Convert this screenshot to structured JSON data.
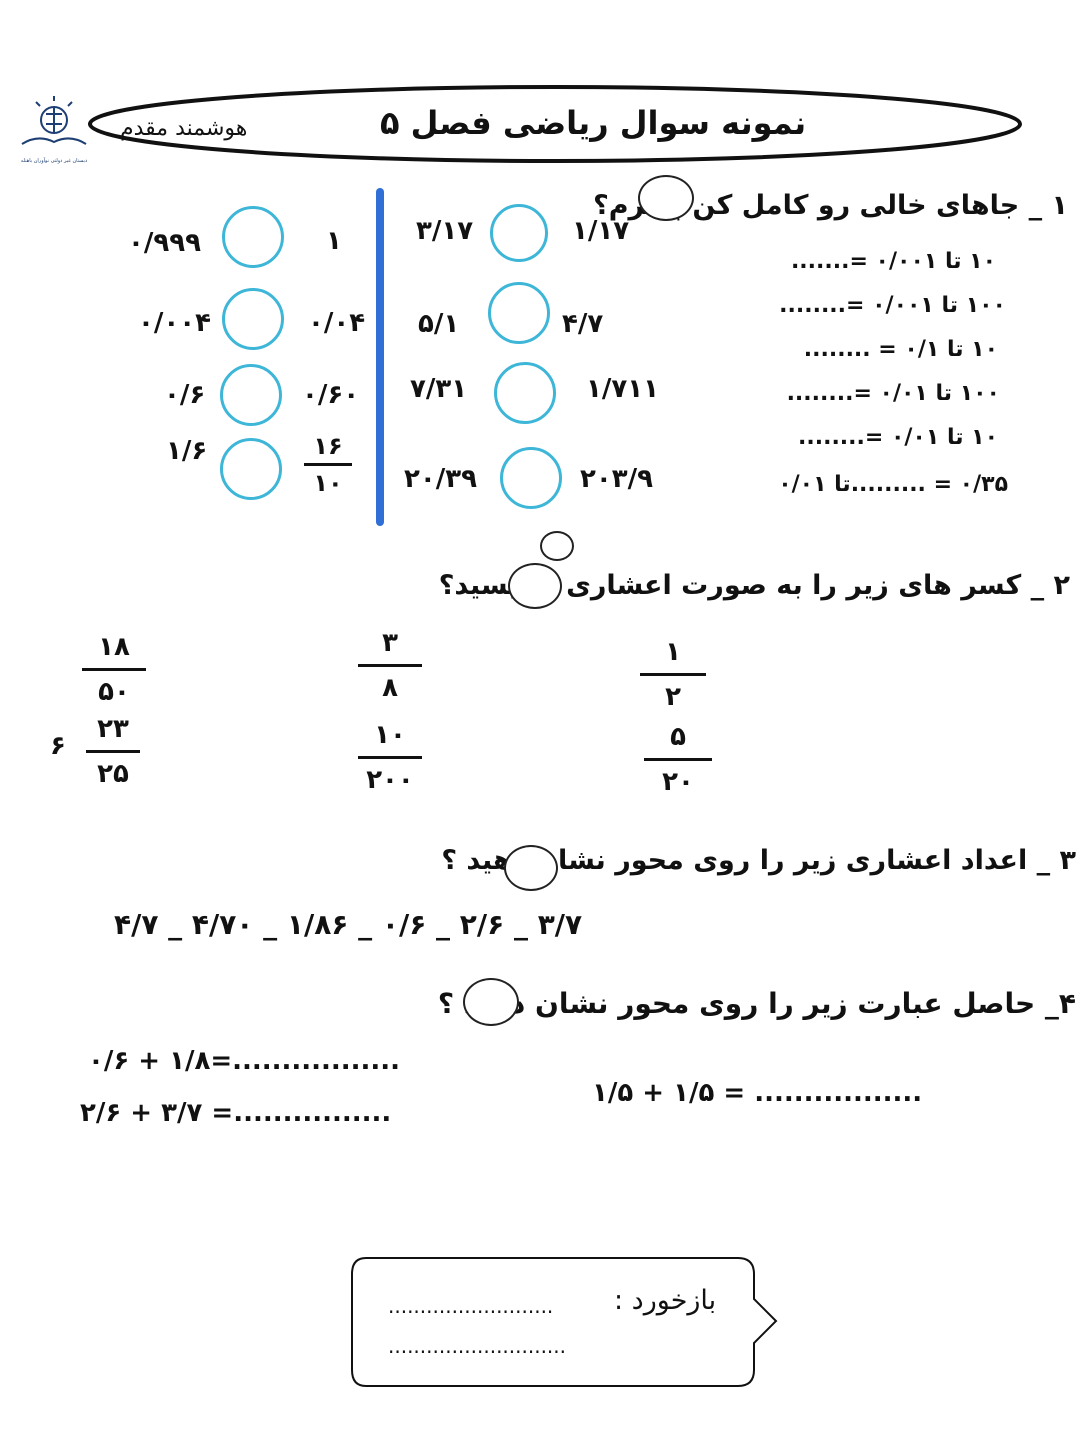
{
  "header": {
    "title": "نمونه سوال ریاضی فصل ۵",
    "author": "هوشمند مقدم",
    "logo_text": "دبستان غیر دولتی نوآوران باهنله"
  },
  "q1": {
    "title": "۱ _ جاهای خالی رو کامل کن پسرم؟",
    "fill_lines": [
      "۱۰ تا ۰/۰۰۱ =.......",
      "۱۰۰ تا ۰/۰۰۱ =........",
      "۱۰ تا ۰/۱ = ........",
      "۱۰۰ تا ۰/۰۱ =........",
      "۱۰ تا ۰/۰۱ =........",
      "۰/۳۵ = .........تا ۰/۰۱"
    ],
    "compare_right": [
      {
        "left": "۳/۱۷",
        "right": "۱/۱۷"
      },
      {
        "left": "۵/۱",
        "right": "۴/۷"
      },
      {
        "left": "۷/۳۱",
        "right": "۱/۷۱۱"
      },
      {
        "left": "۲۰/۳۹",
        "right": "۲۰۳/۹"
      }
    ],
    "compare_left": [
      {
        "left": "۰/۹۹۹",
        "right": "۱"
      },
      {
        "left": "۰/۰۰۴",
        "right": "۰/۰۴"
      },
      {
        "left": "۰/۶",
        "right": "۰/۶۰"
      },
      {
        "left": "۱/۶",
        "right_num": "۱۶",
        "right_den": "۱۰"
      }
    ]
  },
  "q2": {
    "title": "۲ _ کسر های زیر را به صورت اعشاری بنویسید؟",
    "fractions": [
      {
        "num": "۱",
        "den": "۲"
      },
      {
        "num": "۳",
        "den": "۸"
      },
      {
        "num": "۱۸",
        "den": "۵۰"
      },
      {
        "num": "۵",
        "den": "۲۰"
      },
      {
        "num": "۱۰",
        "den": "۲۰۰"
      },
      {
        "num": "۲۳",
        "den": "۲۵",
        "whole": "۶"
      }
    ]
  },
  "q3": {
    "title": "۳ _ اعداد اعشاری زیر را روی محور نشان دهید ؟",
    "numbers": "۴/۷ _ ۴/۷۰ _ ۱/۸۶ _ ۰/۶ _ ۲/۶ _ ۳/۷"
  },
  "q4": {
    "title": "۴_ حاصل عبارت زیر را روی محور نشان دهید ؟",
    "expr1": "۱/۵ + ۱/۵ = .................",
    "expr2": "۰/۶ + ۱/۸=.................",
    "expr3": "۲/۶ + ۳/۷ =................"
  },
  "feedback": {
    "label": "بازخورد :",
    "line1": "..........................",
    "line2": "............................"
  }
}
